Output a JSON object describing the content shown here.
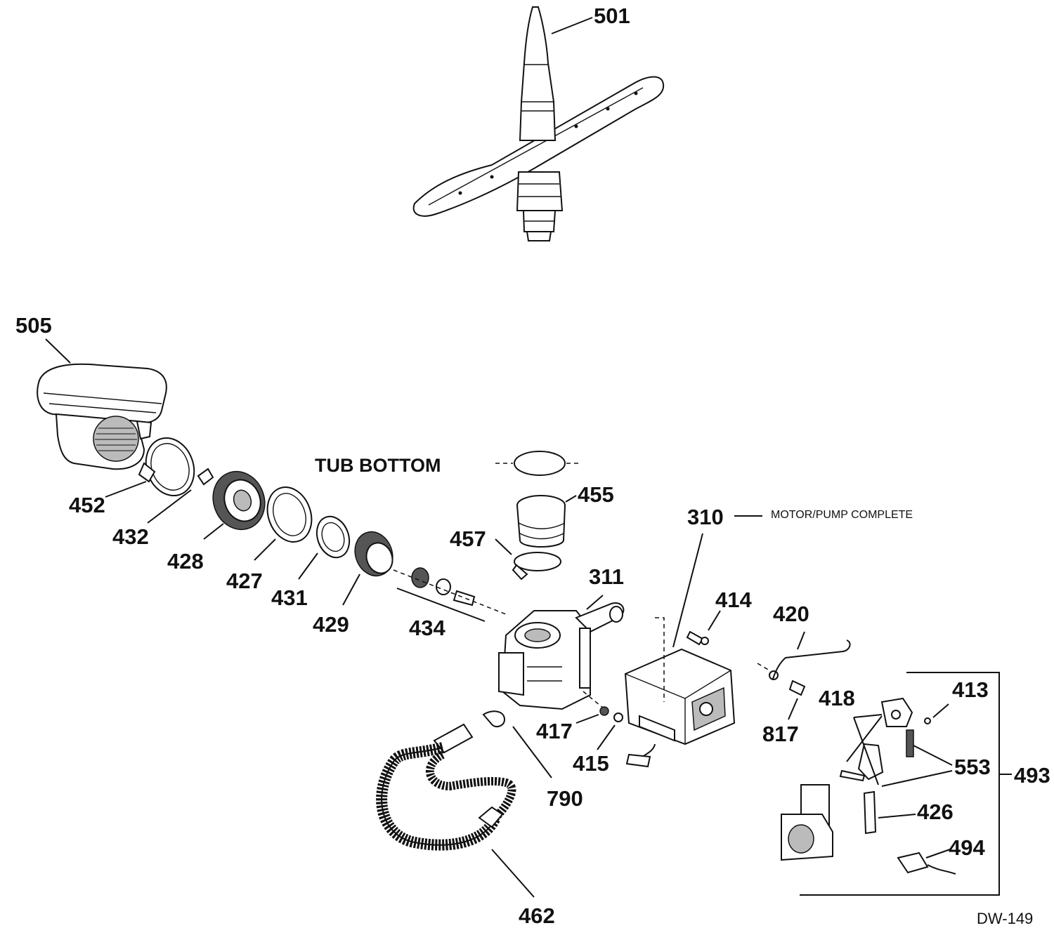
{
  "diagram": {
    "drawing_number": "DW-149",
    "tub_bottom_label": "TUB BOTTOM",
    "motor_pump_note": "MOTOR/PUMP COMPLETE",
    "parts": {
      "p501": "501",
      "p505": "505",
      "p452": "452",
      "p432": "432",
      "p428": "428",
      "p427": "427",
      "p431": "431",
      "p429": "429",
      "p434": "434",
      "p455": "455",
      "p457": "457",
      "p310": "310",
      "p311": "311",
      "p414": "414",
      "p420": "420",
      "p418": "418",
      "p413": "413",
      "p817": "817",
      "p417": "417",
      "p415": "415",
      "p553": "553",
      "p493": "493",
      "p426": "426",
      "p494": "494",
      "p790": "790",
      "p462": "462"
    }
  }
}
